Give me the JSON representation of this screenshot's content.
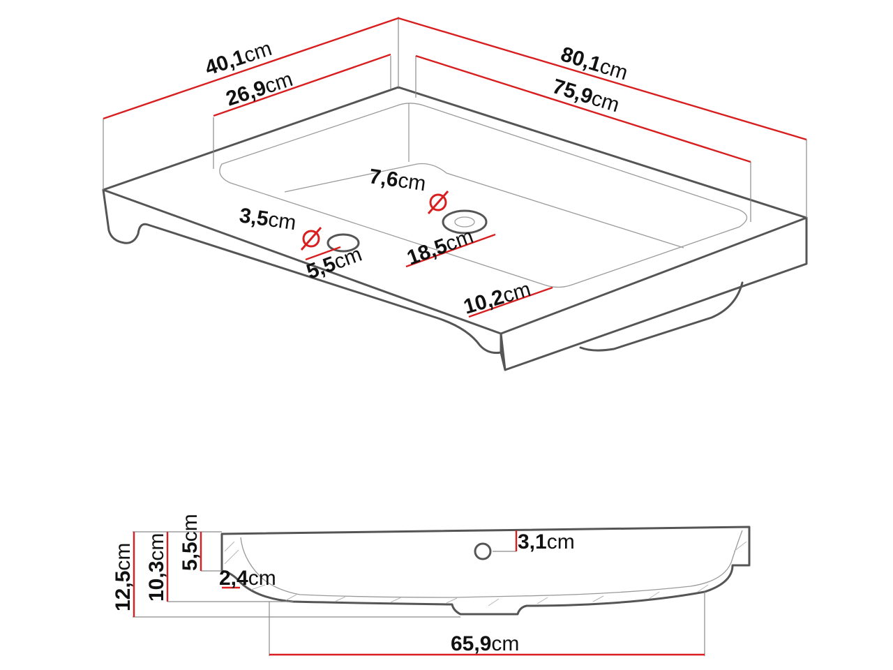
{
  "top_view": {
    "overall_width": {
      "value": "40,1",
      "unit": "cm"
    },
    "basin_width": {
      "value": "26,9",
      "unit": "cm"
    },
    "overall_length": {
      "value": "80,1",
      "unit": "cm"
    },
    "basin_length": {
      "value": "75,9",
      "unit": "cm"
    },
    "drain_diameter": {
      "value": "7,6",
      "unit": "cm"
    },
    "tap_hole_diameter": {
      "value": "3,5",
      "unit": "cm"
    },
    "tap_hole_offset": {
      "value": "5,5",
      "unit": "cm"
    },
    "drain_offset": {
      "value": "18,5",
      "unit": "cm"
    },
    "front_rim": {
      "value": "10,2",
      "unit": "cm"
    }
  },
  "side_view": {
    "total_height": {
      "value": "12,5",
      "unit": "cm"
    },
    "body_height": {
      "value": "10,3",
      "unit": "cm"
    },
    "rim_height": {
      "value": "5,5",
      "unit": "cm"
    },
    "rim_thickness": {
      "value": "2,4",
      "unit": "cm"
    },
    "overflow_diameter": {
      "value": "3,1",
      "unit": "cm"
    },
    "bottom_length": {
      "value": "65,9",
      "unit": "cm"
    }
  },
  "colors": {
    "dimension_line": "#d81e1e",
    "outline": "#555555",
    "text": "#111111"
  }
}
